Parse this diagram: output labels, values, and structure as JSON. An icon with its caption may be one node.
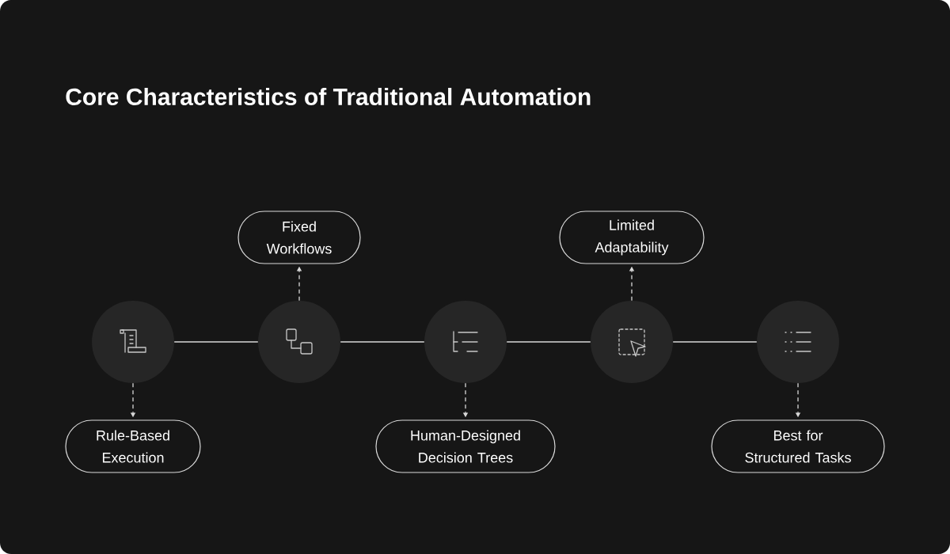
{
  "diagram": {
    "title": "Core Characteristics of Traditional Automation",
    "nodes": [
      {
        "text": [],
        "shape": "circle"
      },
      {
        "text": [],
        "shape": "circle"
      },
      {
        "text": [],
        "shape": "circle"
      },
      {
        "text": [],
        "shape": "circle"
      },
      {
        "text": [],
        "shape": "circle"
      },
      {
        "text": [
          "Rule-Based Execution"
        ]
      },
      {
        "text": [
          "Fixed Workflows"
        ]
      },
      {
        "text": [
          "Human-Designed Decision Trees"
        ]
      },
      {
        "text": [
          "Limited Adaptability"
        ]
      },
      {
        "text": [
          "Best for Structured Tasks"
        ]
      }
    ],
    "edges": [
      {
        "from": 0,
        "to": 1,
        "arrow": "none"
      },
      {
        "from": 1,
        "to": 2,
        "arrow": "none"
      },
      {
        "from": 2,
        "to": 3,
        "arrow": "none"
      },
      {
        "from": 3,
        "to": 4,
        "arrow": "none"
      },
      {
        "from": 0,
        "to": 5,
        "arrow": "to",
        "style": "dashed"
      },
      {
        "from": 1,
        "to": 6,
        "arrow": "to",
        "style": "dashed"
      },
      {
        "from": 2,
        "to": 7,
        "arrow": "to",
        "style": "dashed"
      },
      {
        "from": 3,
        "to": 8,
        "arrow": "to",
        "style": "dashed"
      },
      {
        "from": 4,
        "to": 9,
        "arrow": "to",
        "style": "dashed"
      }
    ]
  }
}
